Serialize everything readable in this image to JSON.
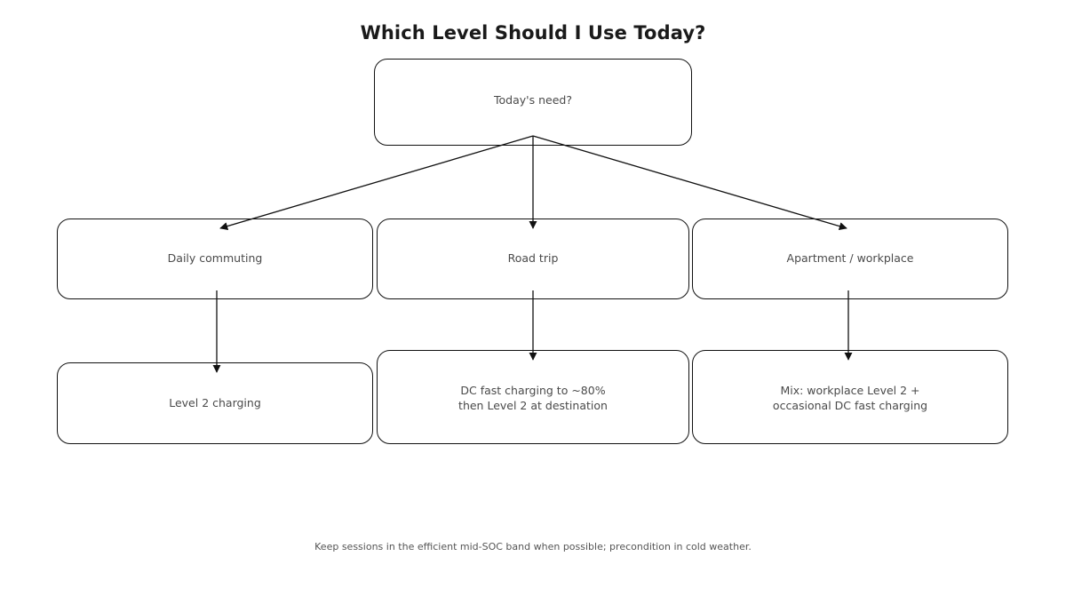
{
  "title": "Which Level Should I Use Today?",
  "footnote": "Keep sessions in the efficient mid-SOC band when possible; precondition in cold weather.",
  "colors": {
    "background": "#ffffff",
    "title_text": "#1a1a1a",
    "node_text": "#4a4a4a",
    "node_border": "#111111",
    "edge": "#111111",
    "footnote_text": "#555555"
  },
  "diagram": {
    "type": "decision-tree",
    "root": {
      "label": "Today's need?"
    },
    "branches": [
      {
        "condition": "Daily commuting",
        "outcome": "Level 2 charging"
      },
      {
        "condition": "Road trip",
        "outcome": "DC fast charging to ~80%\nthen Level 2 at destination"
      },
      {
        "condition": "Apartment / workplace",
        "outcome": "Mix: workplace Level 2 +\noccasional DC fast charging"
      }
    ]
  }
}
